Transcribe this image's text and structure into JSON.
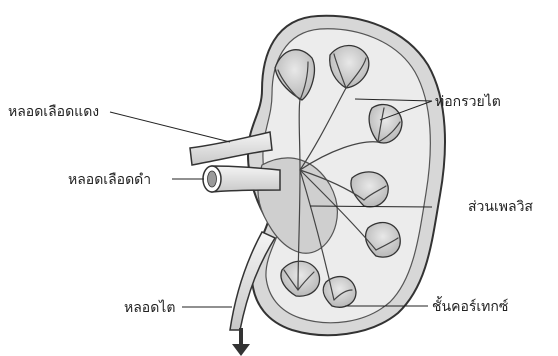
{
  "labels": {
    "renal_artery": "หลอดเลือดแดง",
    "renal_vein": "หลอดเลือดดำ",
    "ureter": "หลอดไต",
    "collecting_ducts": "ท่อกรวยไต",
    "renal_pelvis": "ส่วนเพลวิส",
    "cortex": "ชั้นคอร์เทกซ์"
  }
}
